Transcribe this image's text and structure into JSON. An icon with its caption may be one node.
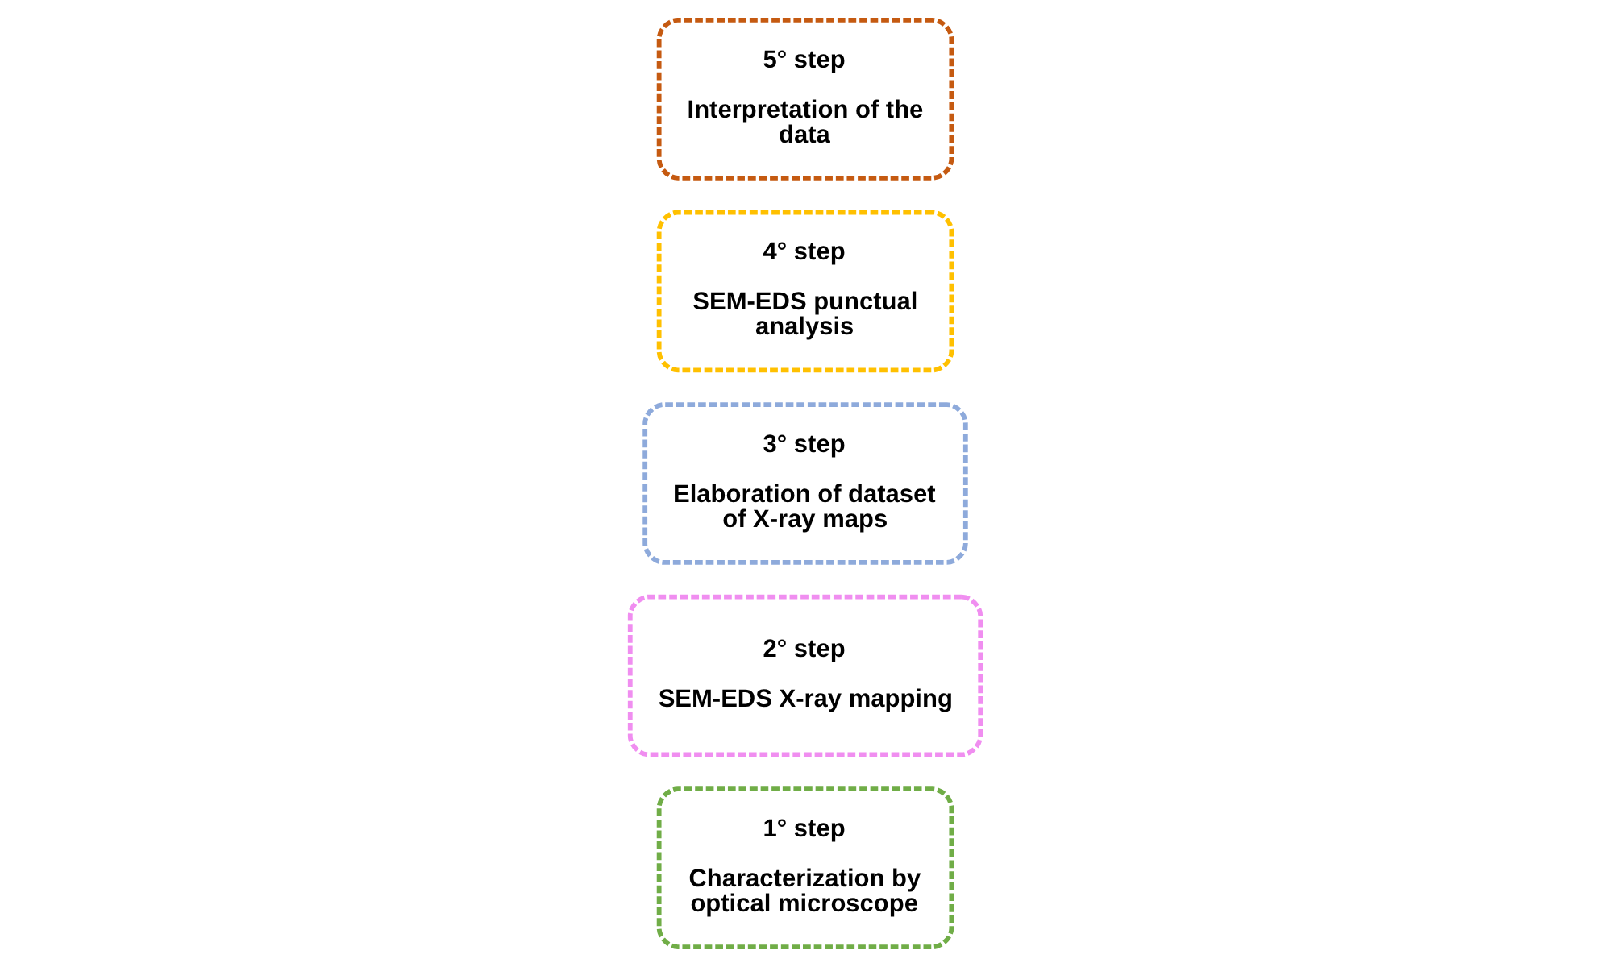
{
  "diagram": {
    "nodes": [
      {
        "text": [
          "1° step",
          "Characterization by optical microscope"
        ]
      },
      {
        "text": [
          "2° step",
          "SEM-EDS X-ray mapping"
        ]
      },
      {
        "text": [
          "3° step",
          "Elaboration of dataset of X-ray maps"
        ]
      },
      {
        "text": [
          "4° step",
          "SEM-EDS punctual analysis"
        ]
      },
      {
        "text": [
          "5° step",
          "Interpretation of the data"
        ]
      }
    ]
  }
}
